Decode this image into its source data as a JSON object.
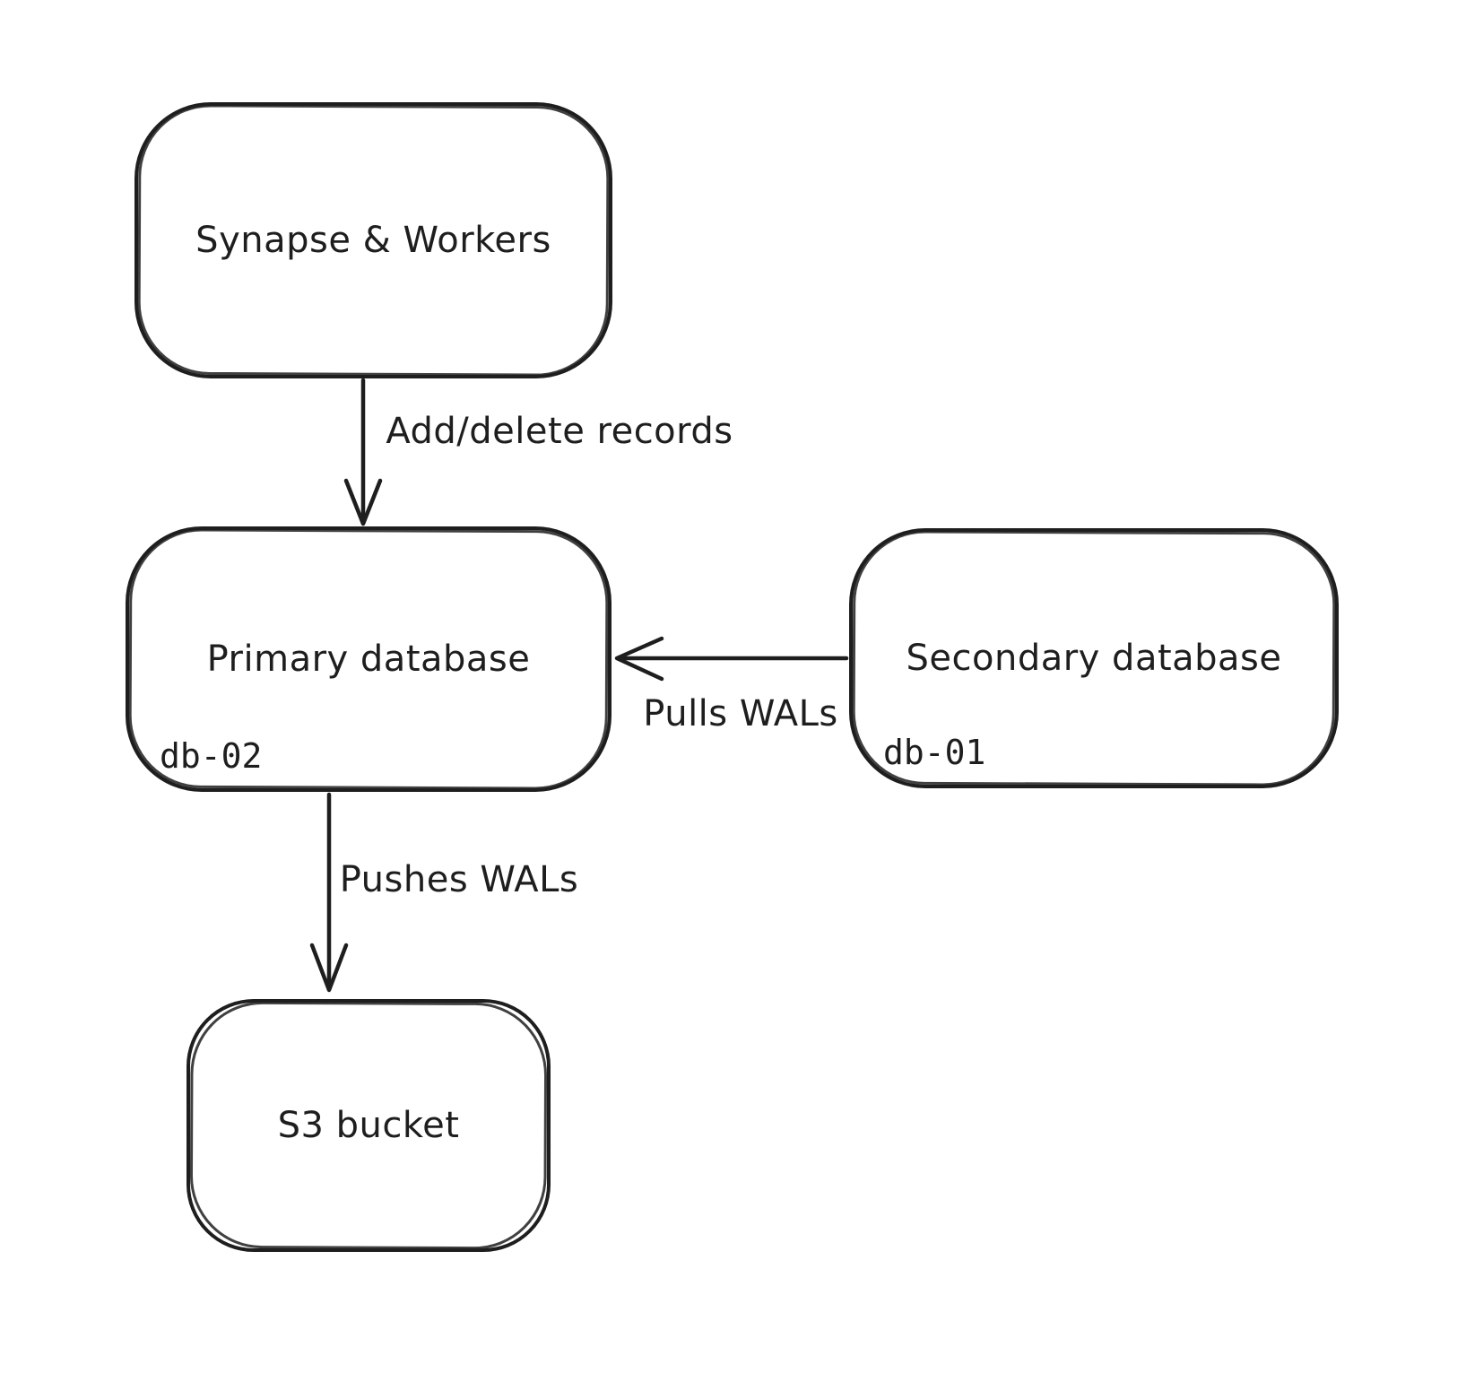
{
  "diagram": {
    "background_color": "#ffffff",
    "stroke_color": "#1e1e1e",
    "nodes": {
      "synapse": {
        "label": "Synapse & Workers"
      },
      "primary_db": {
        "label": "Primary database",
        "sublabel": "db-02"
      },
      "secondary_db": {
        "label": "Secondary database",
        "sublabel": "db-01"
      },
      "s3_bucket": {
        "label": "S3 bucket"
      }
    },
    "edges": {
      "add_delete_records": {
        "label": "Add/delete records",
        "from": "Synapse & Workers",
        "to": "Primary database",
        "direction": "down"
      },
      "pulls_wals": {
        "label": "Pulls WALs",
        "from": "Secondary database",
        "to": "Primary database",
        "direction": "left"
      },
      "pushes_wals": {
        "label": "Pushes WALs",
        "from": "Primary database",
        "to": "S3 bucket",
        "direction": "down"
      }
    }
  }
}
